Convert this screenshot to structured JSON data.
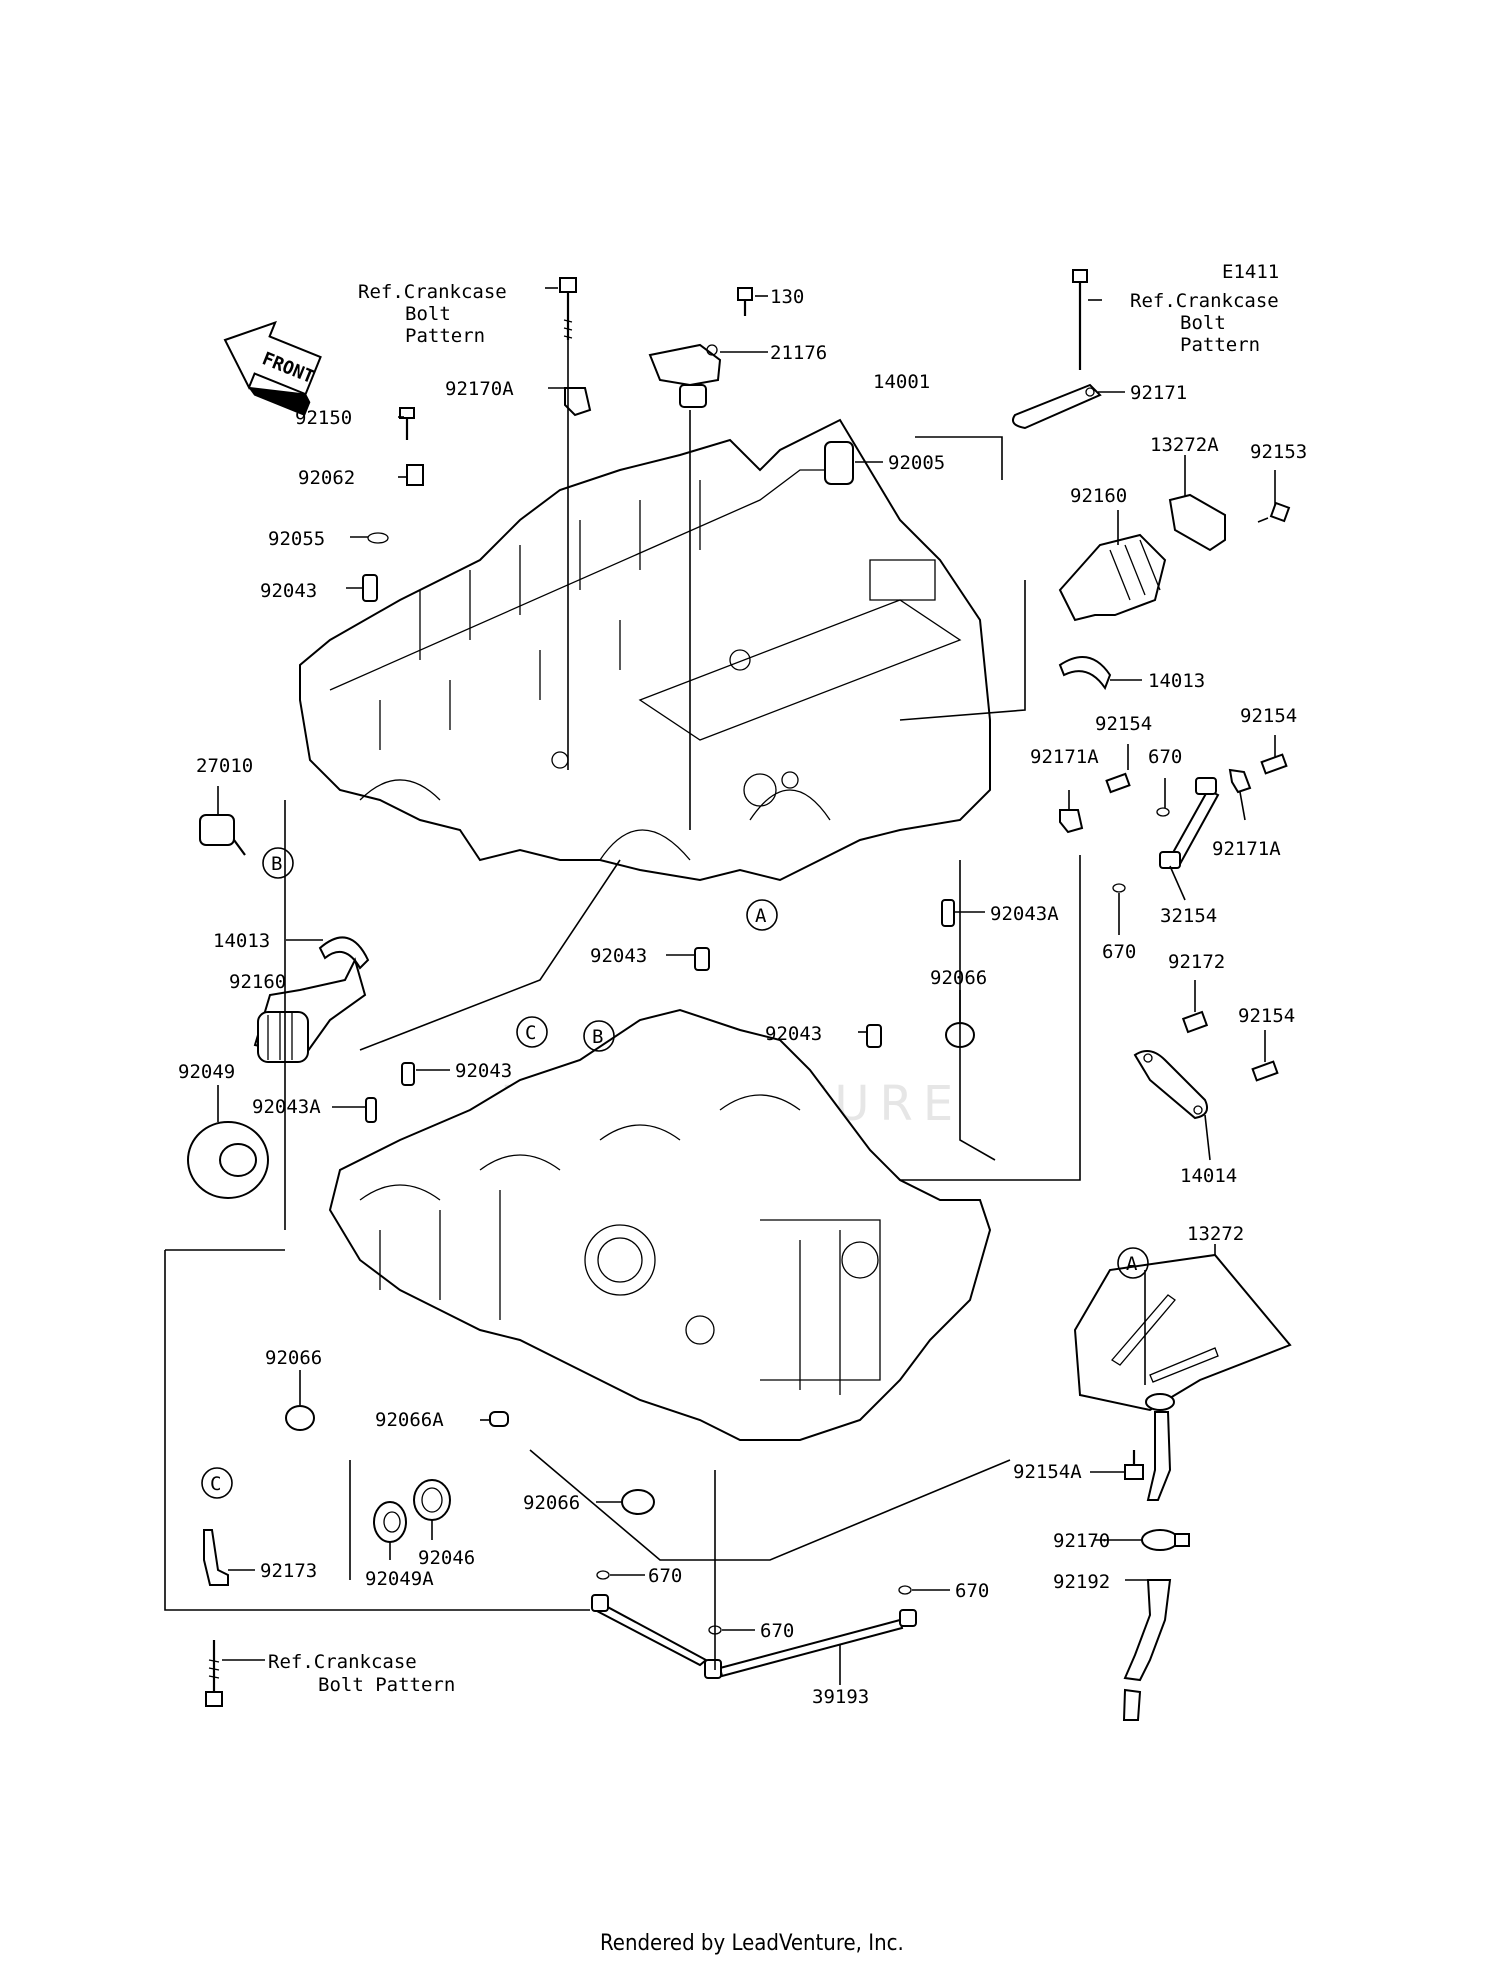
{
  "figure_code": "E1411",
  "front_label": "FRONT",
  "watermark": "LEADVENTURE",
  "footer": "Rendered by LeadVenture, Inc.",
  "callouts": {
    "ref_bolt_1": [
      "Ref.Crankcase",
      "Bolt",
      "Pattern"
    ],
    "ref_bolt_2": [
      "Ref.Crankcase",
      "Bolt",
      "Pattern"
    ],
    "ref_bolt_3": [
      "Ref.Crankcase",
      "Bolt Pattern"
    ]
  },
  "letters": {
    "a1": "A",
    "a2": "A",
    "b1": "B",
    "b2": "B",
    "c1": "C",
    "c2": "C"
  },
  "parts": [
    {
      "id": "p130",
      "label": "130"
    },
    {
      "id": "p21176",
      "label": "21176"
    },
    {
      "id": "p92170A",
      "label": "92170A"
    },
    {
      "id": "p14001",
      "label": "14001"
    },
    {
      "id": "p92171",
      "label": "92171"
    },
    {
      "id": "p92150",
      "label": "92150"
    },
    {
      "id": "p92005",
      "label": "92005"
    },
    {
      "id": "p13272A",
      "label": "13272A"
    },
    {
      "id": "p92153",
      "label": "92153"
    },
    {
      "id": "p92062",
      "label": "92062"
    },
    {
      "id": "p92160a",
      "label": "92160"
    },
    {
      "id": "p92055",
      "label": "92055"
    },
    {
      "id": "p92043a",
      "label": "92043"
    },
    {
      "id": "p14013a",
      "label": "14013"
    },
    {
      "id": "p92154a",
      "label": "92154"
    },
    {
      "id": "p92154b",
      "label": "92154"
    },
    {
      "id": "p27010",
      "label": "27010"
    },
    {
      "id": "p92171Aa",
      "label": "92171A"
    },
    {
      "id": "p670a",
      "label": "670"
    },
    {
      "id": "p92171Ab",
      "label": "92171A"
    },
    {
      "id": "p32154",
      "label": "32154"
    },
    {
      "id": "p92043Aa",
      "label": "92043A"
    },
    {
      "id": "p14013b",
      "label": "14013"
    },
    {
      "id": "p670b",
      "label": "670"
    },
    {
      "id": "p92043b",
      "label": "92043"
    },
    {
      "id": "p92172",
      "label": "92172"
    },
    {
      "id": "p92160b",
      "label": "92160"
    },
    {
      "id": "p92066a",
      "label": "92066"
    },
    {
      "id": "p92043c",
      "label": "92043"
    },
    {
      "id": "p92154c",
      "label": "92154"
    },
    {
      "id": "p92049",
      "label": "92049"
    },
    {
      "id": "p92043d",
      "label": "92043"
    },
    {
      "id": "p92043Ab",
      "label": "92043A"
    },
    {
      "id": "p14014",
      "label": "14014"
    },
    {
      "id": "p13272",
      "label": "13272"
    },
    {
      "id": "p92066b",
      "label": "92066"
    },
    {
      "id": "p92066A",
      "label": "92066A"
    },
    {
      "id": "p92154A",
      "label": "92154A"
    },
    {
      "id": "p92066c",
      "label": "92066"
    },
    {
      "id": "p92170",
      "label": "92170"
    },
    {
      "id": "p92173",
      "label": "92173"
    },
    {
      "id": "p92046",
      "label": "92046"
    },
    {
      "id": "p92049A",
      "label": "92049A"
    },
    {
      "id": "p92192",
      "label": "92192"
    },
    {
      "id": "p670c",
      "label": "670"
    },
    {
      "id": "p670d",
      "label": "670"
    },
    {
      "id": "p670e",
      "label": "670"
    },
    {
      "id": "p39193",
      "label": "39193"
    }
  ]
}
